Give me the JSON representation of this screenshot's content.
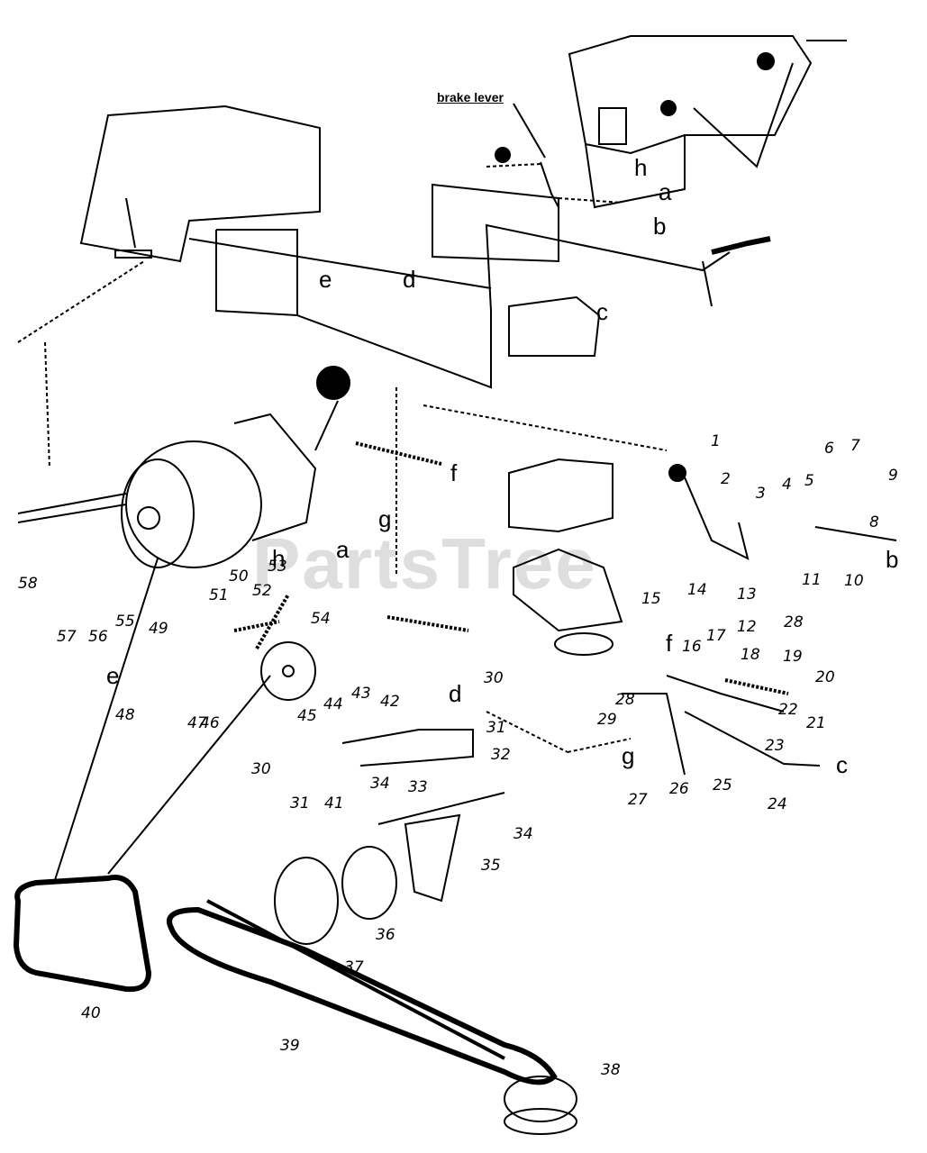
{
  "title": "brake lever",
  "watermark": "PartsTree",
  "part_numbers": [
    "1",
    "2",
    "3",
    "4",
    "5",
    "6",
    "7",
    "8",
    "9",
    "10",
    "11",
    "12",
    "13",
    "14",
    "15",
    "16",
    "17",
    "18",
    "19",
    "20",
    "21",
    "22",
    "23",
    "24",
    "25",
    "26",
    "27",
    "28",
    "28",
    "29",
    "30",
    "30",
    "31",
    "31",
    "32",
    "33",
    "34",
    "34",
    "35",
    "36",
    "37",
    "38",
    "39",
    "40",
    "41",
    "42",
    "43",
    "44",
    "45",
    "46",
    "47",
    "48",
    "49",
    "50",
    "51",
    "52",
    "53",
    "54",
    "55",
    "56",
    "57",
    "58"
  ],
  "letters": [
    "a",
    "b",
    "c",
    "d",
    "e",
    "f",
    "g",
    "h",
    "a",
    "b",
    "c",
    "d",
    "e",
    "f",
    "g",
    "h"
  ],
  "colors": {
    "ink": "#000000",
    "background": "#ffffff",
    "watermark": "#a0a0a0"
  }
}
